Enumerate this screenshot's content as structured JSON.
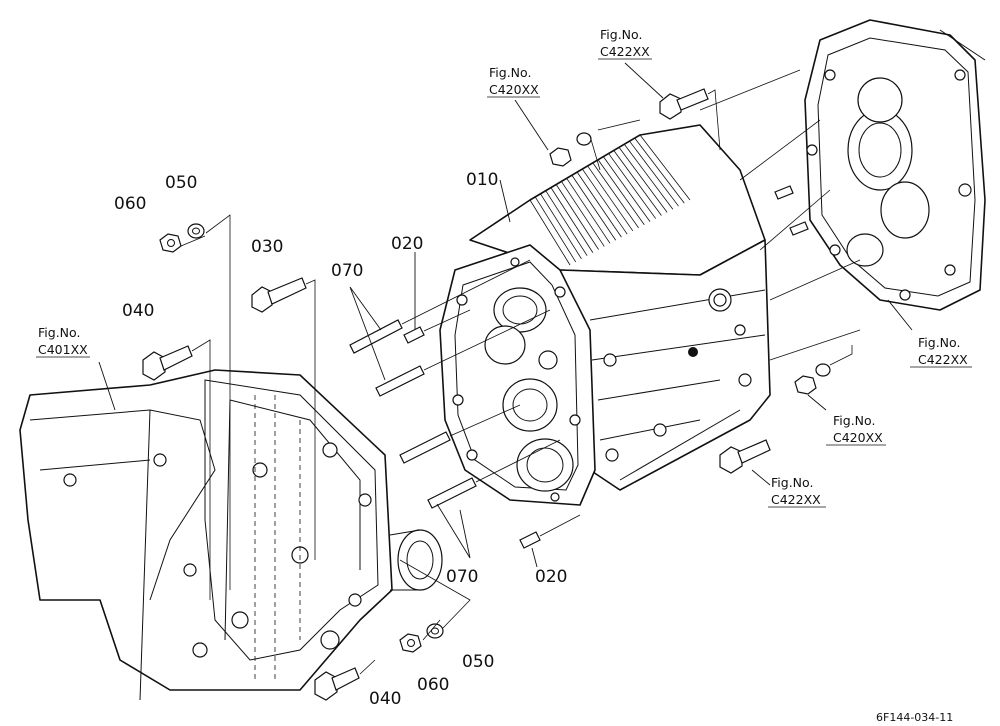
{
  "labels": {
    "p010": "010",
    "p020_top": "020",
    "p020_bottom": "020",
    "p030": "030",
    "p040_top": "040",
    "p040_bottom": "040",
    "p050_top": "050",
    "p050_bottom": "050",
    "p060_top": "060",
    "p060_bottom": "060",
    "p070_top": "070",
    "p070_bottom": "070"
  },
  "refs": {
    "top_center": {
      "line1": "Fig.No.",
      "line2": "C420XX"
    },
    "top_right": {
      "line1": "Fig.No.",
      "line2": "C422XX"
    },
    "left": {
      "line1": "Fig.No.",
      "line2": "C401XX"
    },
    "right_cover": {
      "line1": "Fig.No.",
      "line2": "C422XX"
    },
    "right_nut": {
      "line1": "Fig.No.",
      "line2": "C420XX"
    },
    "right_bolt": {
      "line1": "Fig.No.",
      "line2": "C422XX"
    }
  },
  "footer_code": "6F144-034-11"
}
